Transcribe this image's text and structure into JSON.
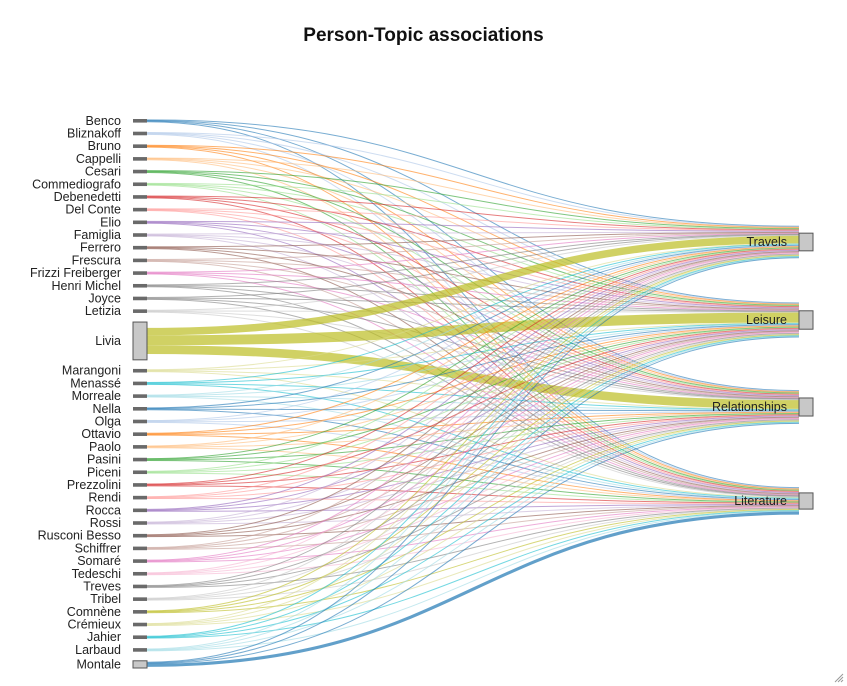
{
  "chart_data": {
    "type": "sankey",
    "title": "Person-Topic associations",
    "persons": [
      {
        "name": "Benco",
        "color": "#1f77b4",
        "flows": {
          "Travels": 1,
          "Leisure": 1,
          "Relationships": 1,
          "Literature": 1
        }
      },
      {
        "name": "Bliznakoff",
        "color": "#aec7e8",
        "flows": {
          "Travels": 1,
          "Leisure": 1,
          "Relationships": 1,
          "Literature": 1
        }
      },
      {
        "name": "Bruno",
        "color": "#ff7f0e",
        "flows": {
          "Travels": 1,
          "Leisure": 1,
          "Relationships": 1,
          "Literature": 1
        }
      },
      {
        "name": "Cappelli",
        "color": "#ffbb78",
        "flows": {
          "Travels": 1,
          "Leisure": 1,
          "Relationships": 1,
          "Literature": 1
        }
      },
      {
        "name": "Cesari",
        "color": "#2ca02c",
        "flows": {
          "Travels": 1,
          "Leisure": 1,
          "Relationships": 1,
          "Literature": 1
        }
      },
      {
        "name": "Commediografo",
        "color": "#98df8a",
        "flows": {
          "Travels": 1,
          "Leisure": 1,
          "Relationships": 1,
          "Literature": 1
        }
      },
      {
        "name": "Debenedetti",
        "color": "#d62728",
        "flows": {
          "Travels": 1,
          "Leisure": 1,
          "Relationships": 1,
          "Literature": 1
        }
      },
      {
        "name": "Del Conte",
        "color": "#ff9896",
        "flows": {
          "Travels": 1,
          "Leisure": 1,
          "Relationships": 1,
          "Literature": 1
        }
      },
      {
        "name": "Elio",
        "color": "#9467bd",
        "flows": {
          "Travels": 1,
          "Leisure": 1,
          "Relationships": 1,
          "Literature": 1
        }
      },
      {
        "name": "Famiglia",
        "color": "#c5b0d5",
        "flows": {
          "Travels": 1,
          "Leisure": 1,
          "Relationships": 1,
          "Literature": 1
        }
      },
      {
        "name": "Ferrero",
        "color": "#8c564b",
        "flows": {
          "Travels": 1,
          "Leisure": 1,
          "Relationships": 1,
          "Literature": 1
        }
      },
      {
        "name": "Frescura",
        "color": "#c49c94",
        "flows": {
          "Travels": 1,
          "Leisure": 1,
          "Relationships": 1,
          "Literature": 1
        }
      },
      {
        "name": "Frizzi Freiberger",
        "color": "#e377c2",
        "flows": {
          "Travels": 1,
          "Leisure": 1,
          "Relationships": 1,
          "Literature": 1
        }
      },
      {
        "name": "Henri Michel",
        "color": "#7f7f7f",
        "flows": {
          "Travels": 1,
          "Leisure": 1,
          "Relationships": 1,
          "Literature": 1
        }
      },
      {
        "name": "Joyce",
        "color": "#7f7f7f",
        "flows": {
          "Travels": 1,
          "Leisure": 1,
          "Relationships": 1,
          "Literature": 1
        }
      },
      {
        "name": "Letizia",
        "color": "#c7c7c7",
        "flows": {
          "Travels": 1,
          "Leisure": 1,
          "Relationships": 1,
          "Literature": 1
        }
      },
      {
        "name": "Livia",
        "color": "#bcbd22",
        "flows": {
          "Travels": 12,
          "Leisure": 16,
          "Relationships": 14,
          "Literature": 0
        }
      },
      {
        "name": "Marangoni",
        "color": "#dbdb8d",
        "flows": {
          "Travels": 1,
          "Leisure": 1,
          "Relationships": 1,
          "Literature": 1
        }
      },
      {
        "name": "Menassé",
        "color": "#17becf",
        "flows": {
          "Travels": 1,
          "Leisure": 1,
          "Relationships": 1,
          "Literature": 1
        }
      },
      {
        "name": "Morreale",
        "color": "#9edae5",
        "flows": {
          "Travels": 1,
          "Leisure": 1,
          "Relationships": 1,
          "Literature": 1
        }
      },
      {
        "name": "Nella",
        "color": "#1f77b4",
        "flows": {
          "Travels": 1,
          "Leisure": 1,
          "Relationships": 1,
          "Literature": 1
        }
      },
      {
        "name": "Olga",
        "color": "#aec7e8",
        "flows": {
          "Travels": 1,
          "Leisure": 1,
          "Relationships": 1,
          "Literature": 1
        }
      },
      {
        "name": "Ottavio",
        "color": "#ff7f0e",
        "flows": {
          "Travels": 1,
          "Leisure": 1,
          "Relationships": 1,
          "Literature": 1
        }
      },
      {
        "name": "Paolo",
        "color": "#ffbb78",
        "flows": {
          "Travels": 1,
          "Leisure": 1,
          "Relationships": 1,
          "Literature": 1
        }
      },
      {
        "name": "Pasini",
        "color": "#2ca02c",
        "flows": {
          "Travels": 1,
          "Leisure": 1,
          "Relationships": 1,
          "Literature": 1
        }
      },
      {
        "name": "Piceni",
        "color": "#98df8a",
        "flows": {
          "Travels": 1,
          "Leisure": 1,
          "Relationships": 1,
          "Literature": 1
        }
      },
      {
        "name": "Prezzolini",
        "color": "#d62728",
        "flows": {
          "Travels": 1,
          "Leisure": 1,
          "Relationships": 1,
          "Literature": 1
        }
      },
      {
        "name": "Rendi",
        "color": "#ff9896",
        "flows": {
          "Travels": 1,
          "Leisure": 1,
          "Relationships": 1,
          "Literature": 1
        }
      },
      {
        "name": "Rocca",
        "color": "#9467bd",
        "flows": {
          "Travels": 1,
          "Leisure": 1,
          "Relationships": 1,
          "Literature": 1
        }
      },
      {
        "name": "Rossi",
        "color": "#c5b0d5",
        "flows": {
          "Travels": 1,
          "Leisure": 1,
          "Relationships": 1,
          "Literature": 1
        }
      },
      {
        "name": "Rusconi Besso",
        "color": "#8c564b",
        "flows": {
          "Travels": 1,
          "Leisure": 1,
          "Relationships": 1,
          "Literature": 1
        }
      },
      {
        "name": "Schiffrer",
        "color": "#c49c94",
        "flows": {
          "Travels": 1,
          "Leisure": 1,
          "Relationships": 1,
          "Literature": 1
        }
      },
      {
        "name": "Somaré",
        "color": "#e377c2",
        "flows": {
          "Travels": 1,
          "Leisure": 1,
          "Relationships": 1,
          "Literature": 1
        }
      },
      {
        "name": "Tedeschi",
        "color": "#f7b6d2",
        "flows": {
          "Travels": 1,
          "Leisure": 1,
          "Relationships": 1,
          "Literature": 1
        }
      },
      {
        "name": "Treves",
        "color": "#7f7f7f",
        "flows": {
          "Travels": 1,
          "Leisure": 1,
          "Relationships": 1,
          "Literature": 1
        }
      },
      {
        "name": "Tribel",
        "color": "#c7c7c7",
        "flows": {
          "Travels": 1,
          "Leisure": 1,
          "Relationships": 1,
          "Literature": 1
        }
      },
      {
        "name": "Comnène",
        "color": "#bcbd22",
        "flows": {
          "Travels": 1,
          "Leisure": 1,
          "Relationships": 1,
          "Literature": 1
        }
      },
      {
        "name": "Crémieux",
        "color": "#dbdb8d",
        "flows": {
          "Travels": 1,
          "Leisure": 1,
          "Relationships": 1,
          "Literature": 1
        }
      },
      {
        "name": "Jahier",
        "color": "#17becf",
        "flows": {
          "Travels": 1,
          "Leisure": 1,
          "Relationships": 1,
          "Literature": 1
        }
      },
      {
        "name": "Larbaud",
        "color": "#9edae5",
        "flows": {
          "Travels": 1,
          "Leisure": 1,
          "Relationships": 1,
          "Literature": 1
        }
      },
      {
        "name": "Montale",
        "color": "#1f77b4",
        "flows": {
          "Travels": 1,
          "Leisure": 1,
          "Relationships": 1,
          "Literature": 5
        }
      }
    ],
    "topics": [
      "Travels",
      "Leisure",
      "Relationships",
      "Literature"
    ]
  }
}
